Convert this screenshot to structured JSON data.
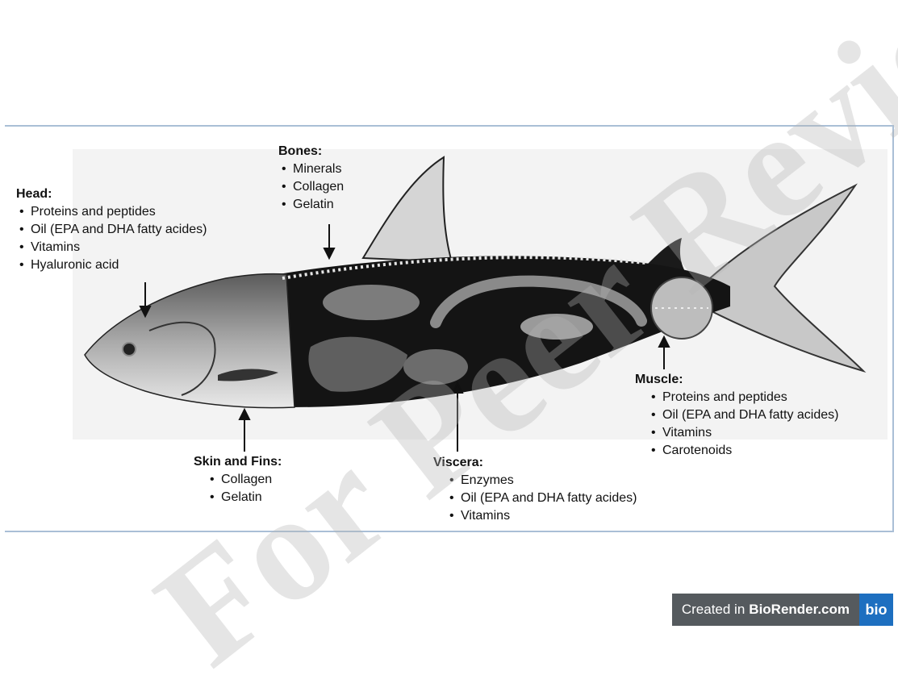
{
  "labels": {
    "head": {
      "title": "Head:",
      "items": [
        "Proteins and peptides",
        "Oil (EPA and DHA fatty acides)",
        "Vitamins",
        "Hyaluronic acid"
      ]
    },
    "bones": {
      "title": "Bones:",
      "items": [
        "Minerals",
        "Collagen",
        "Gelatin"
      ]
    },
    "skin": {
      "title": "Skin and Fins:",
      "items": [
        "Collagen",
        "Gelatin"
      ]
    },
    "viscera": {
      "title": "Viscera:",
      "items": [
        "Enzymes",
        "Oil (EPA and DHA fatty acides)",
        "Vitamins"
      ]
    },
    "muscle": {
      "title": "Muscle:",
      "items": [
        "Proteins and peptides",
        "Oil (EPA and DHA fatty acides)",
        "Vitamins",
        "Carotenoids"
      ]
    }
  },
  "watermark": "For Peer Review",
  "footer": {
    "created_in": "Created in",
    "brand": "BioRender.com",
    "logo": "bio"
  },
  "colors": {
    "panel_border": "#aabfd6",
    "footer_bg": "#555a5e",
    "logo_bg": "#1d6fc0"
  }
}
